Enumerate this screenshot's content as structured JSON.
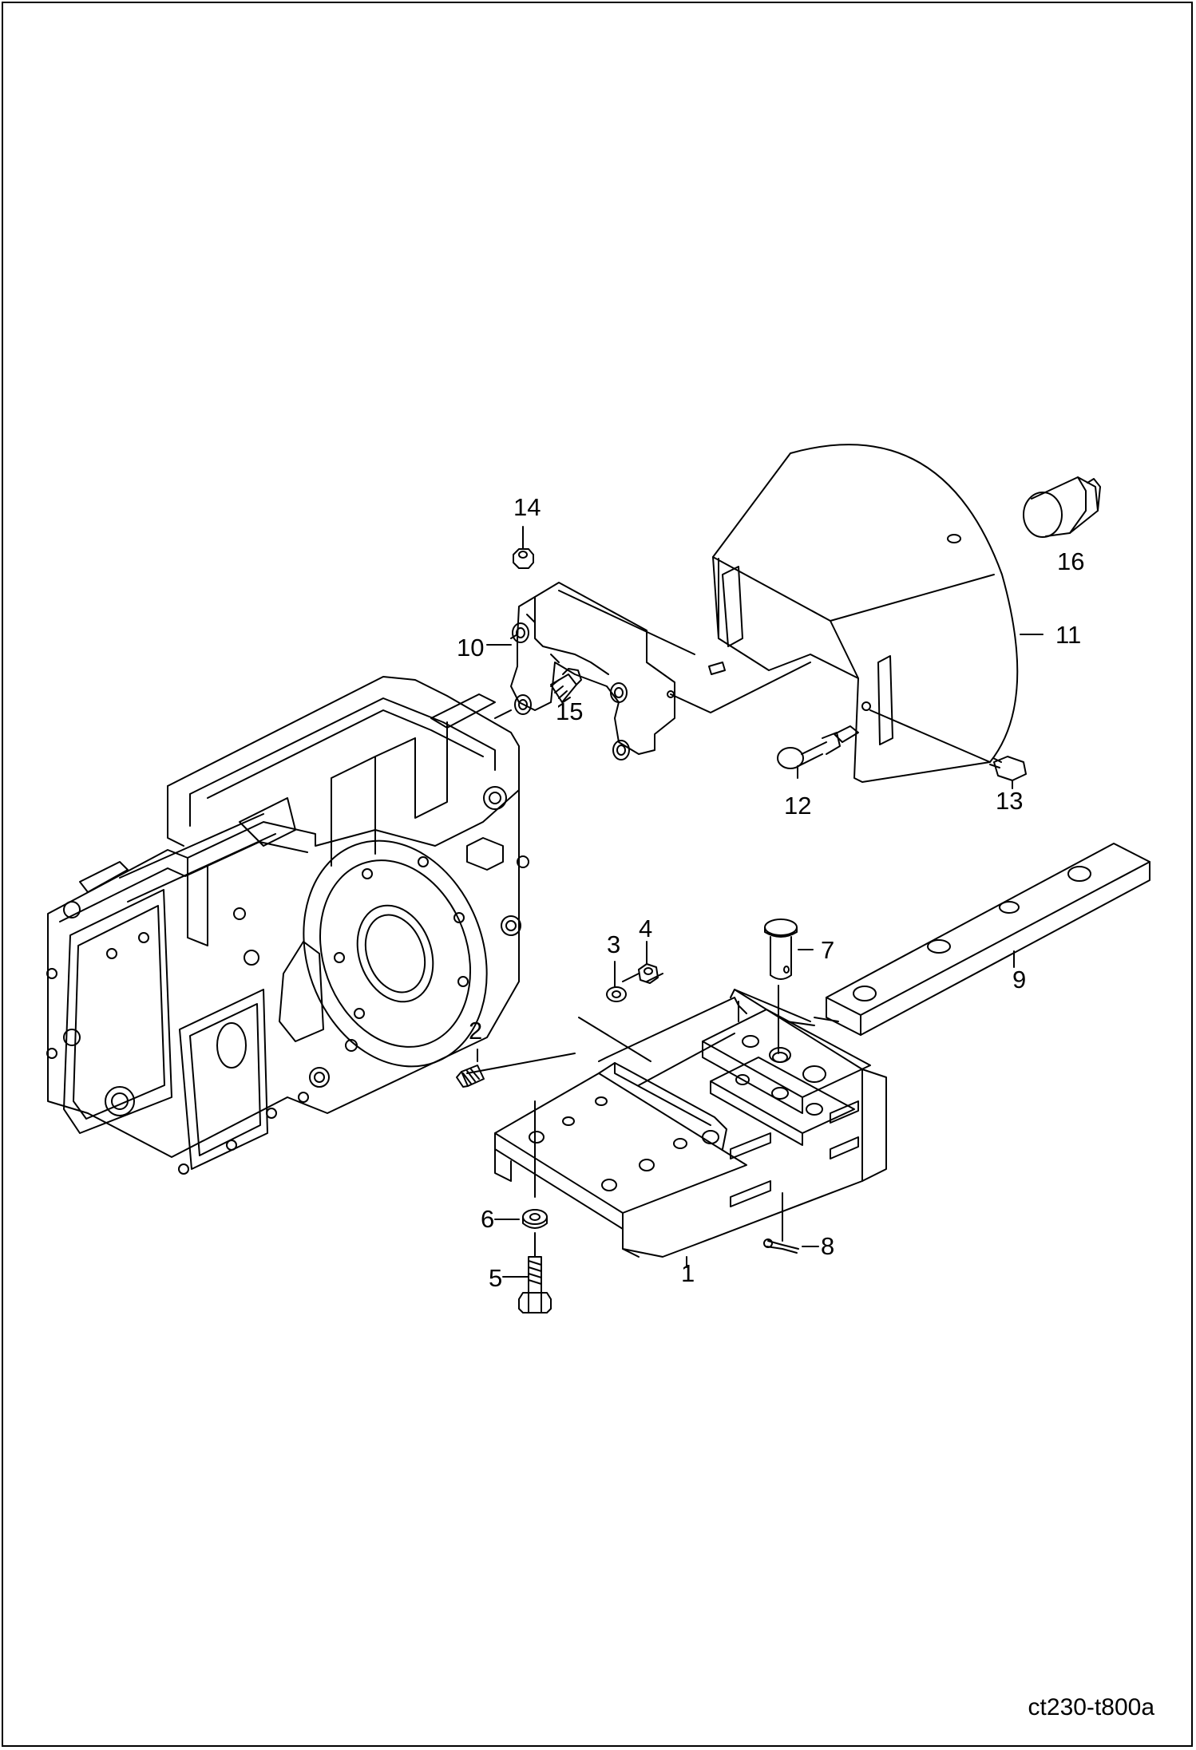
{
  "figure": {
    "code": "ct230-t800a",
    "colors": {
      "line": "#000000",
      "background": "#ffffff"
    }
  },
  "callouts": [
    {
      "id": "1",
      "label": "1",
      "part": "drawbar-bracket"
    },
    {
      "id": "2",
      "label": "2",
      "part": "stud"
    },
    {
      "id": "3",
      "label": "3",
      "part": "washer"
    },
    {
      "id": "4",
      "label": "4",
      "part": "nut"
    },
    {
      "id": "5",
      "label": "5",
      "part": "bolt"
    },
    {
      "id": "6",
      "label": "6",
      "part": "washer"
    },
    {
      "id": "7",
      "label": "7",
      "part": "pin"
    },
    {
      "id": "8",
      "label": "8",
      "part": "cotter-pin"
    },
    {
      "id": "9",
      "label": "9",
      "part": "drawbar"
    },
    {
      "id": "10",
      "label": "10",
      "part": "bracket-plate"
    },
    {
      "id": "11",
      "label": "11",
      "part": "pto-cover"
    },
    {
      "id": "12",
      "label": "12",
      "part": "knob"
    },
    {
      "id": "13",
      "label": "13",
      "part": "bolt"
    },
    {
      "id": "14",
      "label": "14",
      "part": "nut"
    },
    {
      "id": "15",
      "label": "15",
      "part": "bolt"
    },
    {
      "id": "16",
      "label": "16",
      "part": "cap"
    }
  ]
}
